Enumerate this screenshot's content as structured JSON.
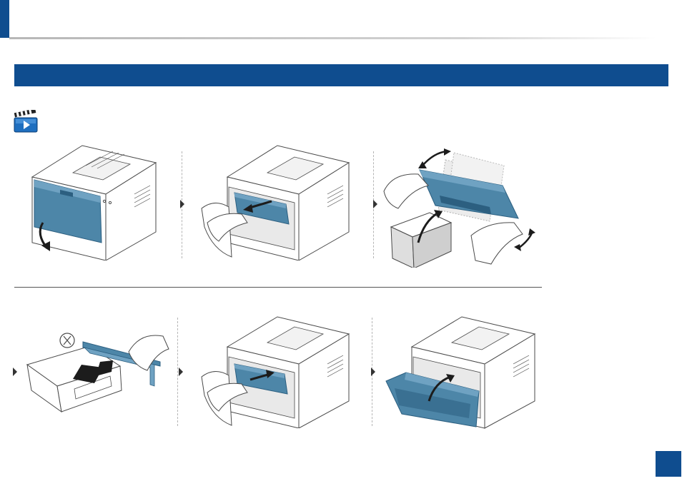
{
  "colors": {
    "brand_blue": "#0f4d8f",
    "part_blue": "#4d86a8",
    "part_blue_dark": "#2c5f80",
    "line": "#4a4a4a",
    "printer_fill": "#ffffff",
    "arrow": "#1c1c1c"
  },
  "icons": {
    "video": "video-clapperboard-icon",
    "step_pointer": "triangle-right-icon"
  },
  "steps": [
    {
      "id": 1,
      "illustration": "open-front-cover"
    },
    {
      "id": 2,
      "illustration": "pull-out-toner-cartridge"
    },
    {
      "id": 3,
      "illustration": "shake-cartridge-and-unpack"
    },
    {
      "id": 4,
      "illustration": "remove-protective-cover"
    },
    {
      "id": 5,
      "illustration": "insert-toner-cartridge"
    },
    {
      "id": 6,
      "illustration": "close-front-cover"
    }
  ]
}
